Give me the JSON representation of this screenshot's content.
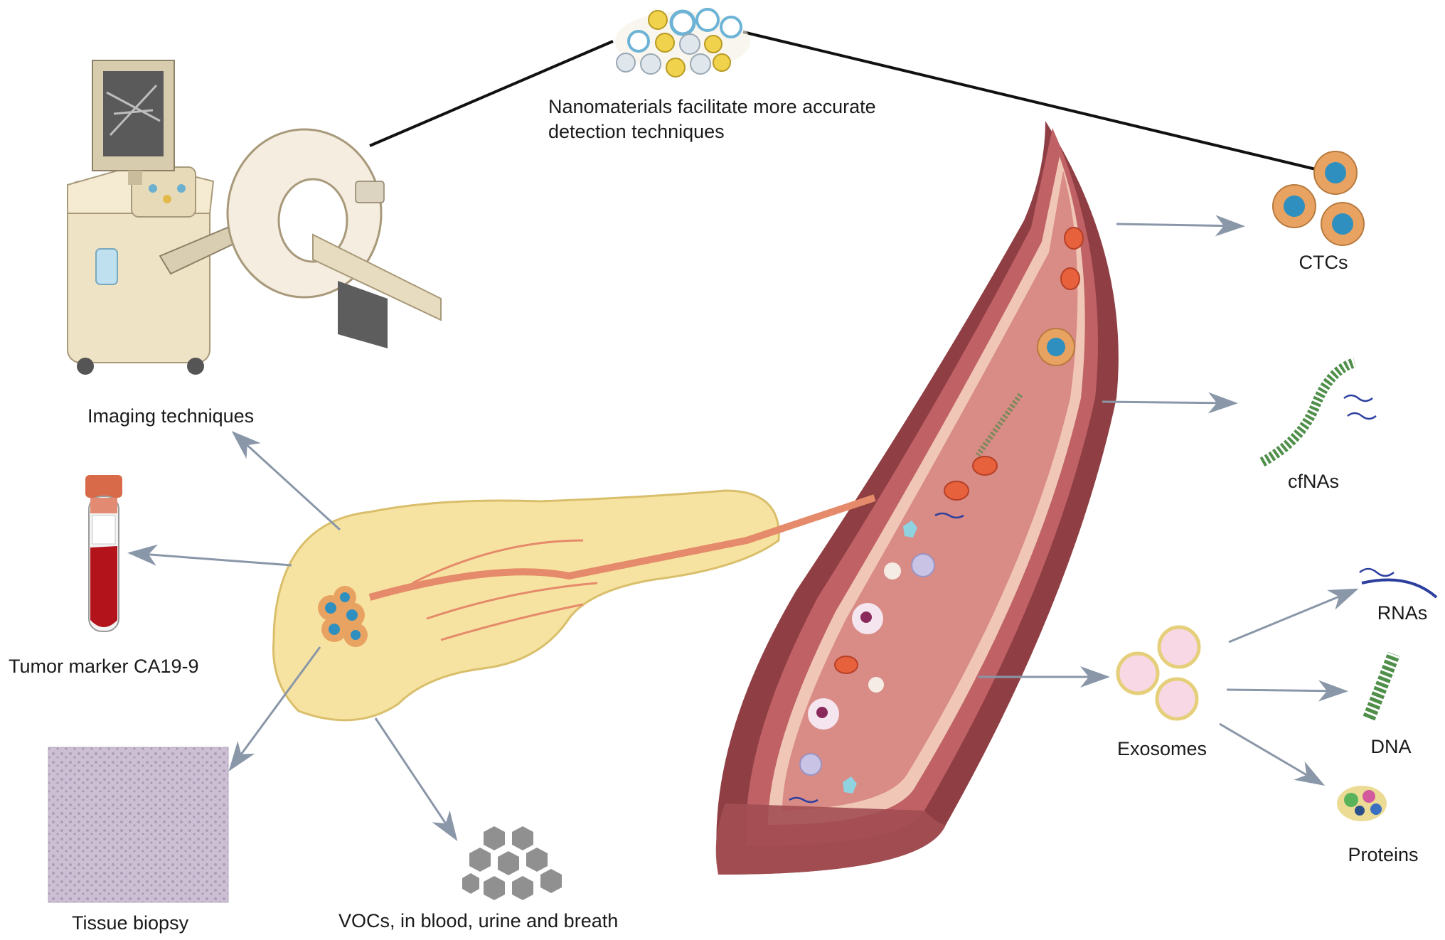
{
  "labels": {
    "nanomaterials_line1": "Nanomaterials facilitate more accurate",
    "nanomaterials_line2": "detection techniques",
    "imaging": "Imaging techniques",
    "tumor_marker": "Tumor marker CA19-9",
    "tissue_biopsy": "Tissue biopsy",
    "vocs": "VOCs, in blood, urine and breath",
    "ctcs": "CTCs",
    "cfnas": "cfNAs",
    "exosomes": "Exosomes",
    "rnas": "RNAs",
    "dna": "DNA",
    "proteins": "Proteins"
  },
  "icons": [
    "mri-scanner-icon",
    "nanoparticles-icon",
    "blood-tube-icon",
    "tissue-biopsy-image",
    "voc-hexagons-icon",
    "pancreas-icon",
    "blood-vessel-icon",
    "ctc-cells-icon",
    "cfna-helix-icon",
    "exosome-icon",
    "rna-strand-icon",
    "dna-helix-icon",
    "protein-icon"
  ],
  "colors": {
    "vessel_outer": "#8f3f43",
    "vessel_lumen": "#d98b86",
    "pancreas": "#f7e3a1",
    "ctc_cell": "#e8a363",
    "ctc_nucleus": "#2f8fbf",
    "red_cell": "#e8613d",
    "dna_green": "#4f8f4a",
    "rna_blue": "#2c3f9e",
    "arrow": "#8a97a8"
  }
}
